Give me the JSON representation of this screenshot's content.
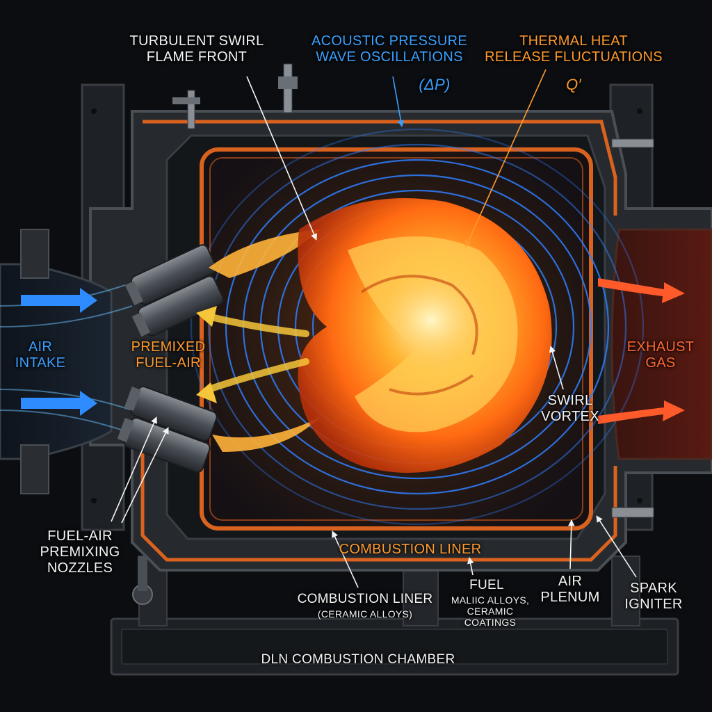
{
  "labels": {
    "flame_front": "TURBULENT SWIRL\nFLAME FRONT",
    "acoustic": "ACOUSTIC PRESSURE\nWAVE OSCILLATIONS",
    "acoustic_symbol": "(ΔP)",
    "thermal": "THERMAL HEAT\nRELEASE FLUCTUATIONS",
    "thermal_symbol": "Q′",
    "air_intake": "AIR\nINTAKE",
    "premixed": "PREMIXED\nFUEL-AIR",
    "exhaust": "EXHAUST\nGAS",
    "swirl": "SWIRL\nVORTEX",
    "nozzles": "FUEL-AIR\nPREMIXING\nNOZZLES",
    "liner_inner": "COMBUSTION LINER",
    "liner_outer": "COMBUSTION LINER",
    "liner_outer_sub": "(CERAMIC ALLOYS)",
    "fuel": "FUEL",
    "fuel_sub": "MALIIC ALLOYS,\nCERAMIC\nCOATINGS",
    "air_plenum": "AIR\nPLENUM",
    "spark": "SPARK\nIGNITER",
    "chamber": "DLN COMBUSTION CHAMBER"
  },
  "colors": {
    "background": "#0b0d10",
    "steel": "#2a2d31",
    "copper": "#d9621f",
    "acoustic_blue": "#2f7fff",
    "flame_orange": "#ff8a1a",
    "exhaust_red": "#ff5a2a",
    "label_white": "#f4f4f4"
  }
}
